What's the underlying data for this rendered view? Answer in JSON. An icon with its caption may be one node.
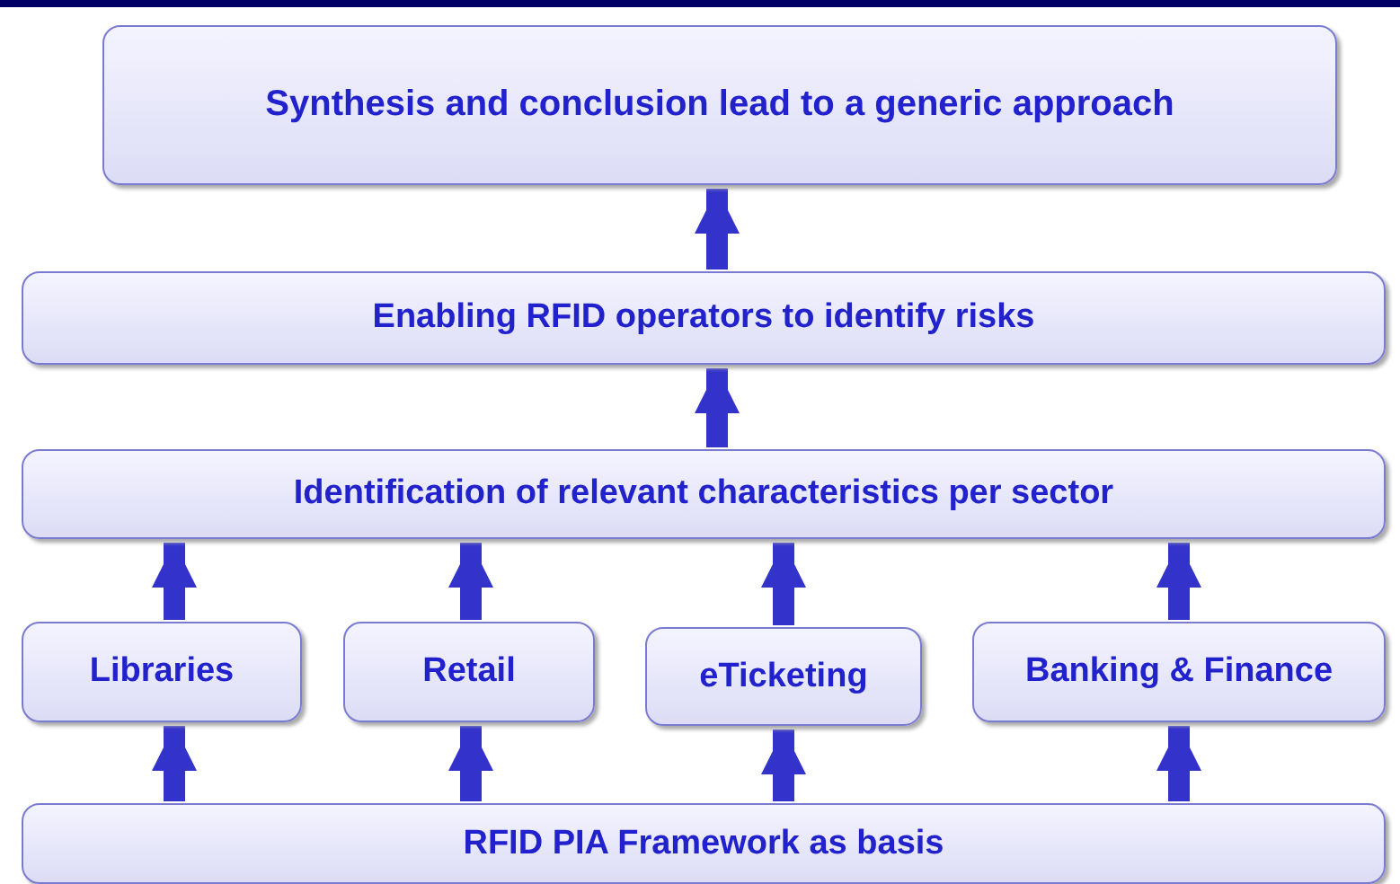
{
  "diagram": {
    "nodes": [
      {
        "text": [
          "Synthesis and conclusion lead to a generic approach"
        ]
      },
      {
        "text": [
          "Enabling RFID operators to identify risks"
        ]
      },
      {
        "text": [
          "Identification of relevant characteristics per sector"
        ]
      },
      {
        "text": [
          "Libraries"
        ]
      },
      {
        "text": [
          "Retail"
        ]
      },
      {
        "text": [
          "eTicketing"
        ]
      },
      {
        "text": [
          "Banking & Finance"
        ]
      },
      {
        "text": [
          "RFID PIA Framework as basis"
        ]
      }
    ],
    "edges": [
      {
        "from": 7,
        "to": 3,
        "arrow": "to"
      },
      {
        "from": 7,
        "to": 4,
        "arrow": "to"
      },
      {
        "from": 7,
        "to": 5,
        "arrow": "to"
      },
      {
        "from": 7,
        "to": 6,
        "arrow": "to"
      },
      {
        "from": 3,
        "to": 2,
        "arrow": "to"
      },
      {
        "from": 4,
        "to": 2,
        "arrow": "to"
      },
      {
        "from": 5,
        "to": 2,
        "arrow": "to"
      },
      {
        "from": 6,
        "to": 2,
        "arrow": "to"
      },
      {
        "from": 2,
        "to": 1,
        "arrow": "to"
      },
      {
        "from": 1,
        "to": 0,
        "arrow": "to"
      }
    ]
  }
}
